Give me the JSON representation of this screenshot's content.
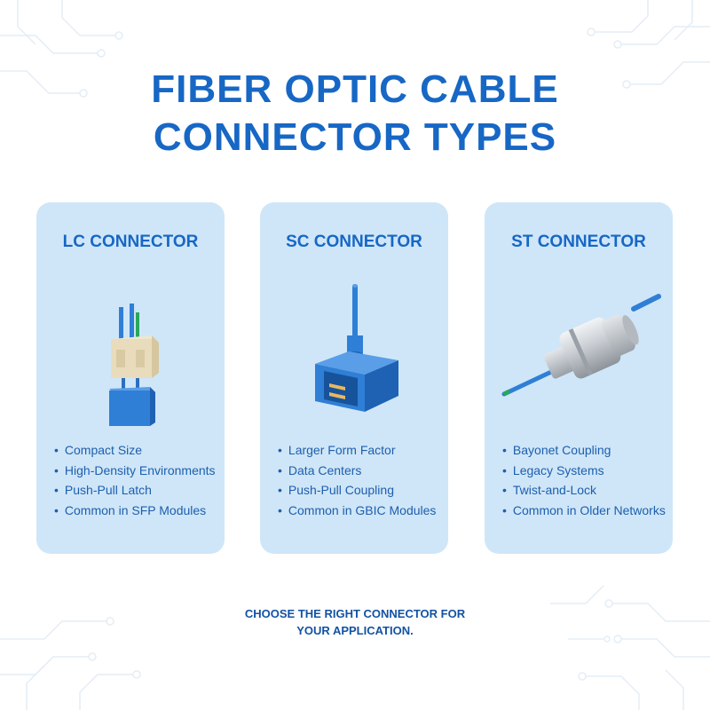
{
  "title": {
    "line1": "FIBER OPTIC CABLE",
    "line2": "CONNECTOR TYPES"
  },
  "cards": [
    {
      "name": "LC CONNECTOR",
      "icon": "lc-connector-icon",
      "features": [
        "Compact Size",
        "High-Density Environments",
        "Push-Pull Latch",
        "Common in SFP Modules"
      ]
    },
    {
      "name": "SC CONNECTOR",
      "icon": "sc-connector-icon",
      "features": [
        "Larger Form Factor",
        "Data Centers",
        "Push-Pull Coupling",
        "Common in GBIC Modules"
      ]
    },
    {
      "name": "ST CONNECTOR",
      "icon": "st-connector-icon",
      "features": [
        "Bayonet Coupling",
        "Legacy Systems",
        "Twist-and-Lock",
        "Common in Older Networks"
      ]
    }
  ],
  "footer": {
    "line1": "CHOOSE THE RIGHT CONNECTOR FOR",
    "line2": "YOUR APPLICATION."
  },
  "colors": {
    "title": "#1767c5",
    "card_bg": "#cfe6f8",
    "text": "#1d5fae",
    "connector_blue": "#2f7fd6"
  }
}
